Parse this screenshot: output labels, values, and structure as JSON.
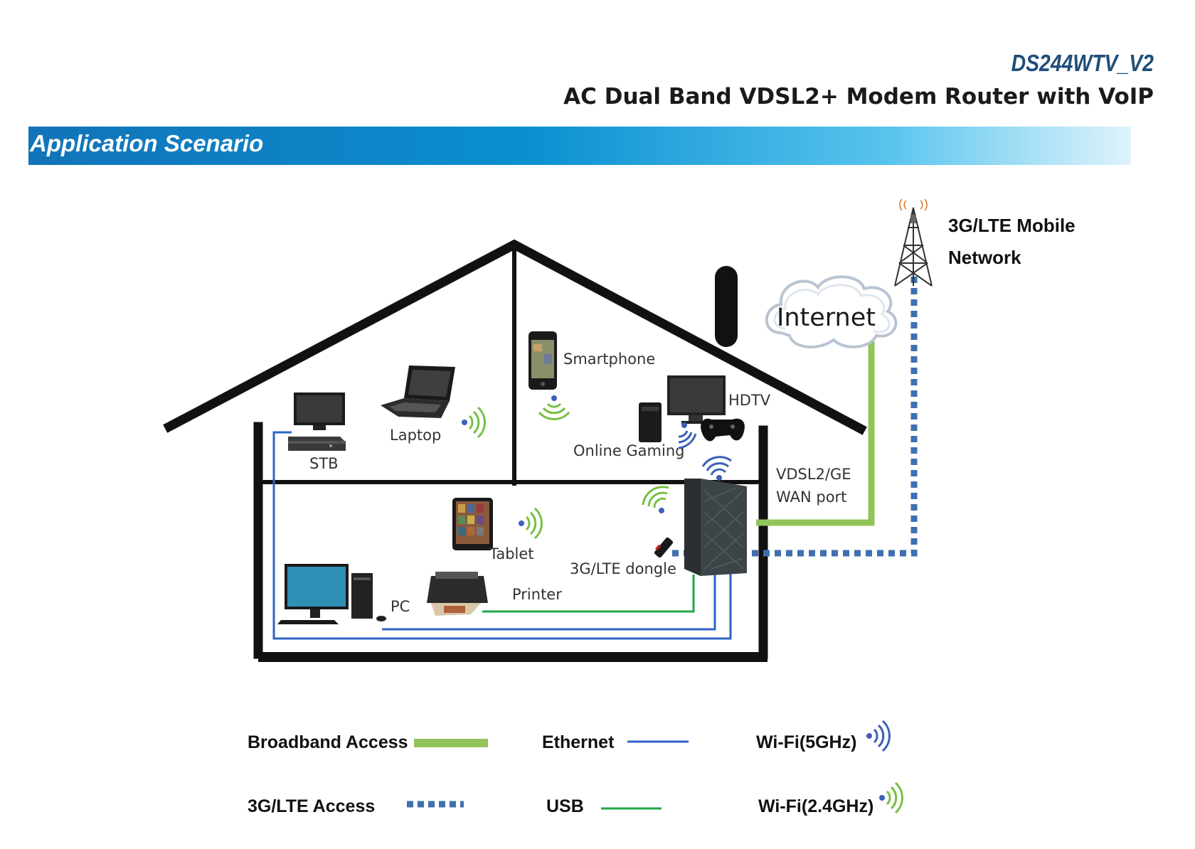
{
  "header": {
    "model": "DS244WTV_V2",
    "product": "AC Dual Band VDSL2+ Modem Router with VoIP"
  },
  "banner": {
    "title": "Application Scenario"
  },
  "network": {
    "mobile_line1": "3G/LTE Mobile",
    "mobile_line2": "Network",
    "internet": "Internet",
    "wan_line1": "VDSL2/GE",
    "wan_line2": "WAN port"
  },
  "devices": {
    "smartphone": "Smartphone",
    "hdtv": "HDTV",
    "laptop": "Laptop",
    "stb": "STB",
    "online_gaming": "Online Gaming",
    "tablet": "Tablet",
    "dongle": "3G/LTE dongle",
    "printer": "Printer",
    "pc": "PC"
  },
  "legend": {
    "broadband": "Broadband Access",
    "ethernet": "Ethernet",
    "wifi5": "Wi-Fi(5GHz)",
    "lte": "3G/LTE Access",
    "usb": "USB",
    "wifi24": "Wi-Fi(2.4GHz)"
  },
  "colors": {
    "broadband": "#92c45a",
    "ethernet": "#2e63c8",
    "usb": "#1ea84a",
    "lte": "#3f6fb0",
    "wifi5": "#3d5fb8",
    "wifi24": "#76c043",
    "house": "#111111"
  }
}
